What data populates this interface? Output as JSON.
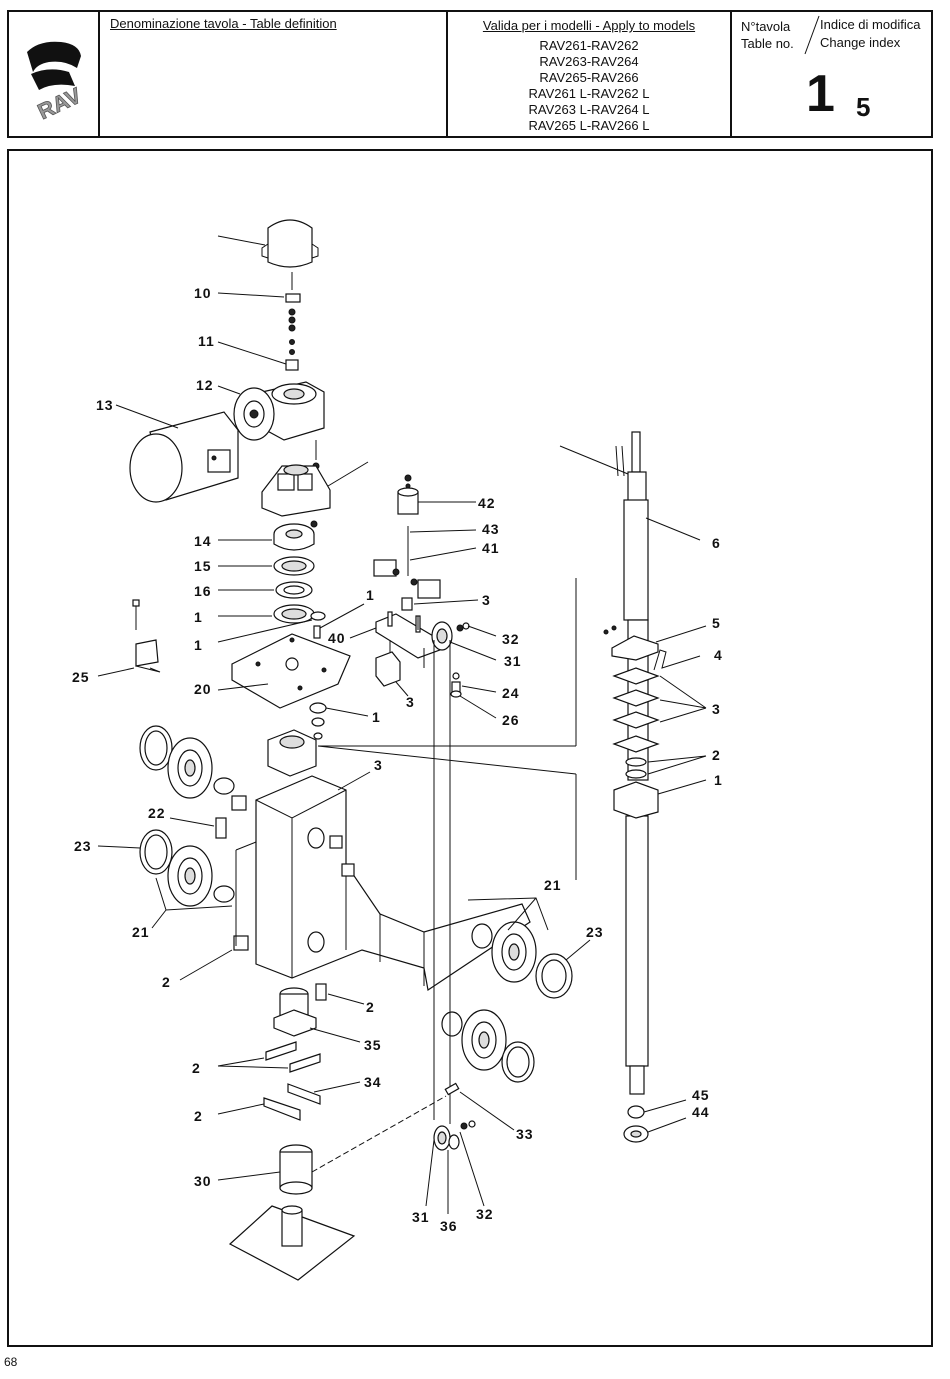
{
  "header": {
    "table_definition_label": "Denominazione tavola - Table definition",
    "models_label": "Valida per i modelli - Apply to models",
    "models": [
      "RAV261-RAV262",
      "RAV263-RAV264",
      "RAV265-RAV266",
      "RAV261 L-RAV262 L",
      "RAV263 L-RAV264 L",
      "RAV265 L-RAV266 L"
    ],
    "table_no_it": "N°tavola",
    "table_no_en": "Table no.",
    "change_index_it": "Indice di modifica",
    "change_index_en": "Change index",
    "table_no": "1",
    "change_index": "5"
  },
  "logo": {
    "text": "RAV"
  },
  "drawing": {
    "labels": {
      "l10": "10",
      "l11": "11",
      "l12": "12",
      "l13": "13",
      "l14": "14",
      "l15": "15",
      "l16": "16",
      "l1a": "1",
      "l1b": "1",
      "l1c": "1",
      "l1d": "1",
      "l1e": "1",
      "l25": "25",
      "l20": "20",
      "l42": "42",
      "l43": "43",
      "l41": "41",
      "l3a": "3",
      "l40": "40",
      "l32a": "32",
      "l31a": "31",
      "l3b": "3",
      "l24": "24",
      "l26": "26",
      "l6": "6",
      "l5": "5",
      "l4": "4",
      "l3c": "3",
      "l2a": "2",
      "l3d": "3",
      "l22": "22",
      "l23a": "23",
      "l21a": "21",
      "l21b": "21",
      "l23b": "23",
      "l2b": "2",
      "l2c": "2",
      "l35": "35",
      "l2d": "2",
      "l34": "34",
      "l2e": "2",
      "l45": "45",
      "l44": "44",
      "l33": "33",
      "l30": "30",
      "l31b": "31",
      "l36": "36",
      "l32b": "32"
    }
  },
  "page": {
    "number": "68"
  }
}
